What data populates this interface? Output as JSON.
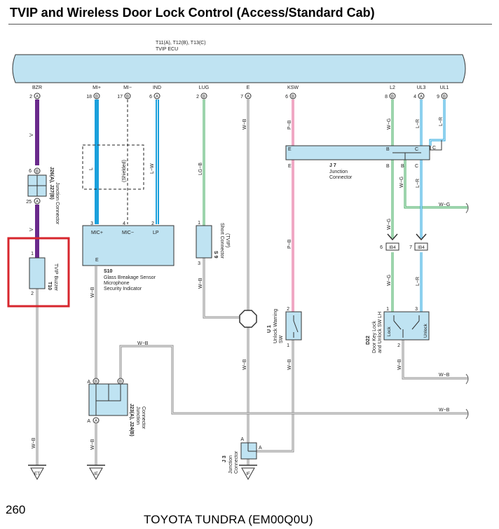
{
  "header": {
    "title": "TVIP and Wireless Door Lock Control (Access/Standard Cab)"
  },
  "ecu": {
    "connectors": "T11(A), T12(B), T13(C)",
    "name": "TVIP ECU"
  },
  "ecu_pins": [
    {
      "name": "BZR",
      "pin": "2",
      "conn": "A"
    },
    {
      "name": "MI+",
      "pin": "18",
      "conn": "B"
    },
    {
      "name": "MI−",
      "pin": "17",
      "conn": "B"
    },
    {
      "name": "IND",
      "pin": "6",
      "conn": "A"
    },
    {
      "name": "LUG",
      "pin": "2",
      "conn": "B"
    },
    {
      "name": "E",
      "pin": "7",
      "conn": "A"
    },
    {
      "name": "KSW",
      "pin": "6",
      "conn": "B"
    },
    {
      "name": "L2",
      "pin": "8",
      "conn": "B"
    },
    {
      "name": "UL3",
      "pin": "4",
      "conn": "A"
    },
    {
      "name": "UL1",
      "pin": "9",
      "conn": "B"
    }
  ],
  "wire_labels": {
    "v_top": "V",
    "v_mid": "V",
    "l": "L",
    "shielded": "(Shielded)",
    "l_w": "L−W",
    "lg_b": "LG−B",
    "w_b_e": "W−B",
    "p_b_top": "P−B",
    "w_g_top": "W−G",
    "l_r_top": "L−R",
    "w_g_right": "W−G",
    "w_g_mid": "W−G",
    "l_r_mid": "L−R",
    "w_g_j": "W−G",
    "p_b_mid": "P−B",
    "w_g_low": "W−G",
    "l_r_low": "L−R",
    "w_b_s10": "W−B",
    "w_b_s9": "W−B",
    "w_b_e_mid": "W−B",
    "w_b_u1": "W−B",
    "w_b_d22": "W−B",
    "w_b_right1": "W−B",
    "w_b_loop": "W−B",
    "w_b_right2": "W−B",
    "w_b_et": "W−B",
    "w_b_ie": "W−B"
  },
  "j26": {
    "pin_top": "6",
    "pin_top_conn": "B",
    "pin_bottom": "25",
    "pin_bottom_conn": "A",
    "id": "J26(A), J27(B)",
    "name": "Junction Connector"
  },
  "t10": {
    "pin1": "1",
    "pin2": "2",
    "id": "T10",
    "name": "TVIP Buzzer",
    "highlight_color": "#d7262d"
  },
  "s10": {
    "pin3": "3",
    "pin4": "4",
    "pin2": "2",
    "mic_plus": "MIC+",
    "mic_minus": "MIC−",
    "lp": "LP",
    "e": "E",
    "id": "S10",
    "line1": "Glass Breakage Sensor",
    "line2": "Microphone",
    "line3": "Security Indicator"
  },
  "s9": {
    "pin1": "1",
    "pin3": "3",
    "id": "S 9",
    "name": "Short Connector",
    "name2": "(TVIP)"
  },
  "j7": {
    "e_left": "E",
    "e_bottom": "E",
    "b_left": "B",
    "b_right": "B",
    "c_right": "C",
    "c_left": "C",
    "c_bottom": "C",
    "b_bottom": "B",
    "id": "J 7",
    "name": "Junction",
    "name2": "Connector"
  },
  "ib4": {
    "pin_left": "6",
    "pin_right": "7",
    "label_left": "IB4",
    "label_right": "IB4"
  },
  "u1": {
    "pin2": "2",
    "pin1": "1",
    "id": "U 1",
    "name": "Unlock Warning",
    "name2": "SW"
  },
  "d22": {
    "pin1": "1",
    "pin3": "3",
    "pin2": "2",
    "lock": "Lock",
    "unlock": "Unlock",
    "id": "D22",
    "name": "Door Key Lock",
    "name2": "and Unlock SW LH"
  },
  "j23": {
    "a_top": "A",
    "b_top1": "B",
    "b_top2": "B",
    "a_bottom1": "A",
    "a_bottom2": "A",
    "id": "J23(A), J24(B)",
    "name": "Junction",
    "name2": "Connector"
  },
  "j3": {
    "a_top": "A",
    "a_right": "A",
    "id": "J 3",
    "name": "Junction",
    "name2": "Connector"
  },
  "grounds": {
    "et": "ET",
    "ie": "IE",
    "if": "IF"
  },
  "footer": {
    "page_number": "260",
    "text": "TOYOTA TUNDRA (EM00Q0U)"
  },
  "colors": {
    "purple": "#6a2a8c",
    "blue": "#1aa0dc",
    "green": "#3aa858",
    "pink": "#e0508a",
    "gray": "#8a8a8a",
    "box_fill": "#bfe3f2",
    "highlight": "#d7262d"
  }
}
